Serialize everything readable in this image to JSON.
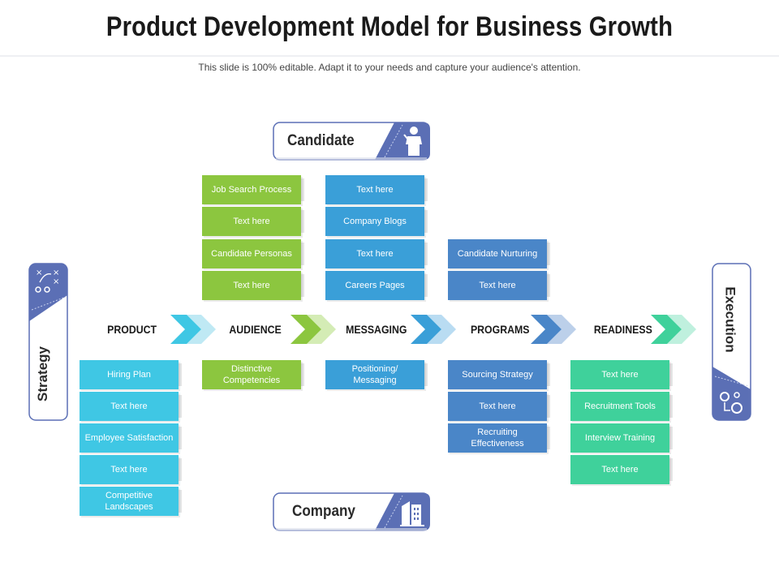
{
  "title": "Product Development Model for Business Growth",
  "subtitle": "This slide is 100% editable. Adapt it to your needs and capture your audience's attention.",
  "top_card": {
    "label": "Candidate"
  },
  "bottom_card": {
    "label": "Company"
  },
  "left_card": {
    "label": "Strategy"
  },
  "right_card": {
    "label": "Execution"
  },
  "stages": [
    "PRODUCT",
    "AUDIENCE",
    "MESSAGING",
    "PROGRAMS",
    "READINESS"
  ],
  "audience": {
    "above": [
      "Job Search Process",
      "Text here",
      "Candidate Personas",
      "Text here"
    ],
    "below": [
      "Distinctive Competencies"
    ]
  },
  "messaging": {
    "above": [
      "Text here",
      "Company Blogs",
      "Text here",
      "Careers Pages"
    ],
    "below": [
      "Positioning/ Messaging"
    ]
  },
  "programs": {
    "above": [
      "Candidate Nurturing",
      "Text here"
    ],
    "below": [
      "Sourcing Strategy",
      "Text here",
      "Recruiting Effectiveness"
    ]
  },
  "product": {
    "below": [
      "Hiring Plan",
      "Text here",
      "Employee Satisfaction",
      "Text here",
      "Competitive Landscapes"
    ]
  },
  "readiness": {
    "below": [
      "Text here",
      "Recruitment Tools",
      "Interview Training",
      "Text here"
    ]
  },
  "colors": {
    "audience": "#8cc63f",
    "messaging": "#3a9fd8",
    "product": "#3fc7e4",
    "programs": "#4a86c8",
    "readiness": "#3fd19b",
    "card_accent": "#5b6fb5"
  },
  "icons": [
    "presenter-icon",
    "building-icon",
    "strategy-play-icon",
    "gears-icon",
    "chevron-arrow-icon"
  ]
}
